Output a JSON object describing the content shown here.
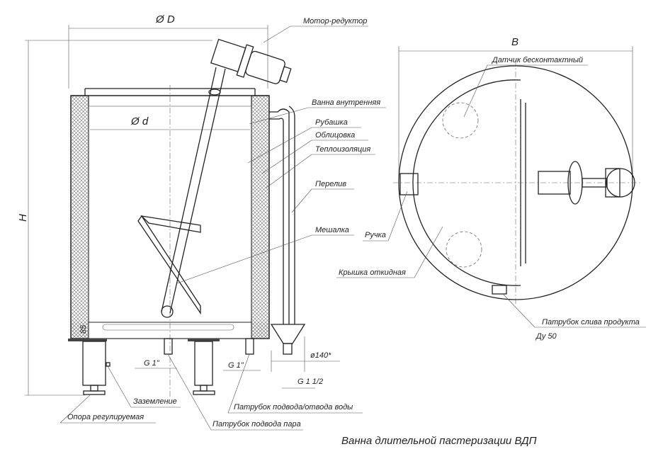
{
  "title": "Ванна длительной пастеризации ВДП",
  "side_view": {
    "dim_outer_diameter": "Ø D",
    "dim_inner_diameter": "Ø d",
    "dim_height": "H",
    "dim_85": "85",
    "dim_g1_left": "G 1\"",
    "dim_g1_right": "G 1\"",
    "dim_funnel": "ø140*",
    "dim_g112": "G 1 1/2",
    "labels": {
      "motor": "Мотор-редуктор",
      "inner_tank": "Ванна внутренняя",
      "jacket": "Рубашка",
      "cladding": "Облицовка",
      "insulation": "Теплоизоляция",
      "overflow": "Перелив",
      "agitator": "Мешалка",
      "grounding": "Заземление",
      "support": "Опора регулируемая",
      "water_nozzle": "Патрубок подвода/отвода воды",
      "steam_nozzle": "Патрубок подвода пара"
    }
  },
  "top_view": {
    "dim_width": "B",
    "labels": {
      "sensor": "Датчик бесконтактный",
      "handle": "Ручка",
      "lid": "Крышка откидная",
      "drain": "Патрубок слива продукта",
      "drain_size": "Ду 50"
    }
  }
}
